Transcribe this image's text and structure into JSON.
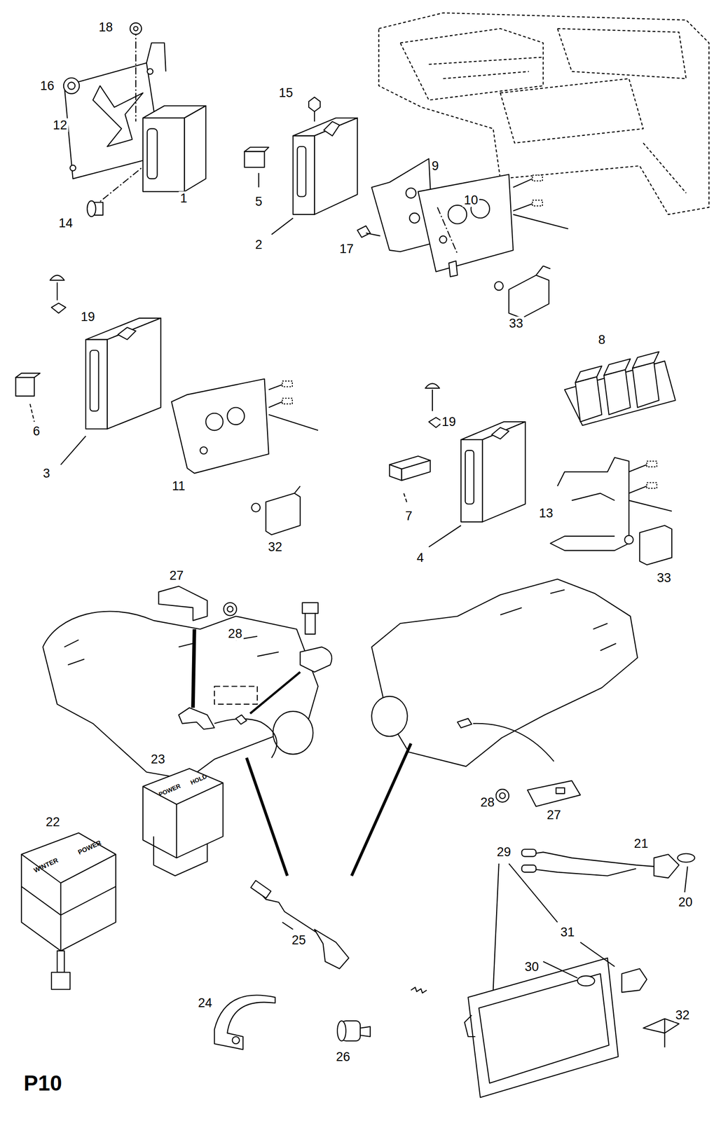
{
  "diagram": {
    "title": "P10",
    "labels": [
      "18",
      "16",
      "12",
      "1",
      "14",
      "15",
      "9",
      "5",
      "10",
      "2",
      "17",
      "33",
      "19",
      "8",
      "6",
      "19",
      "11",
      "3",
      "13",
      "7",
      "32",
      "4",
      "33",
      "27",
      "28",
      "23",
      "POWER",
      "HOLD",
      "28",
      "27",
      "21",
      "29",
      "22",
      "POWER",
      "WINTER",
      "20",
      "31",
      "25",
      "30",
      "24",
      "32",
      "26"
    ]
  }
}
